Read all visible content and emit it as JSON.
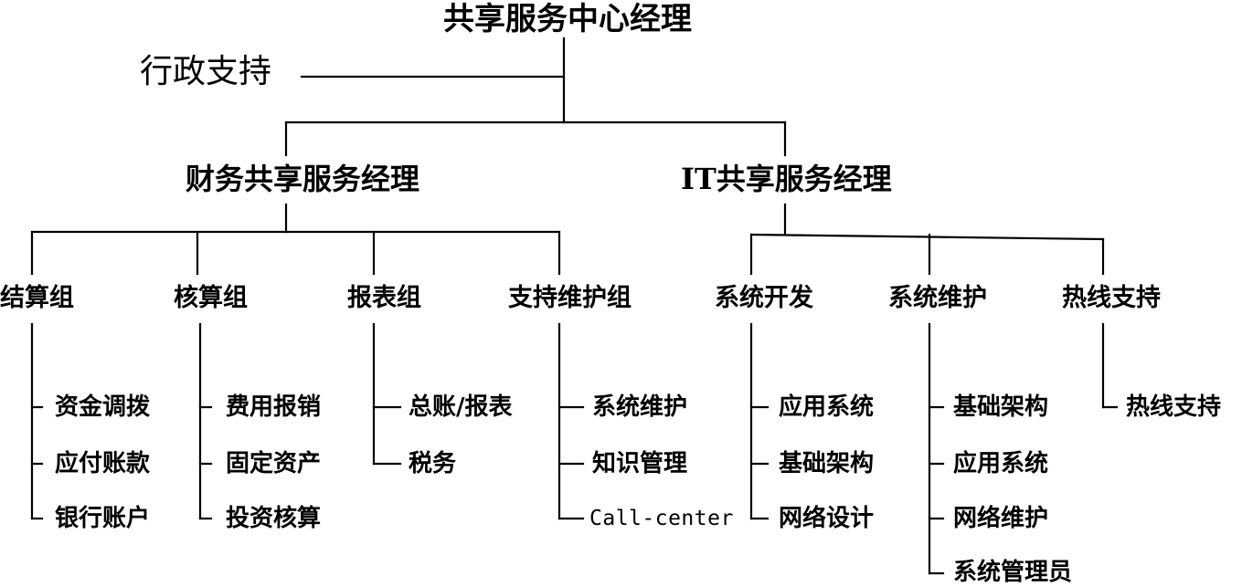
{
  "root": "共享服务中心经理",
  "admin": "行政支持",
  "managers": [
    {
      "name": "财务共享服务经理",
      "groups": [
        {
          "name": "结算组",
          "items": [
            "资金调拨",
            "应付账款",
            "银行账户"
          ]
        },
        {
          "name": "核算组",
          "items": [
            "费用报销",
            "固定资产",
            "投资核算"
          ]
        },
        {
          "name": "报表组",
          "items": [
            "总账/报表",
            "税务"
          ]
        },
        {
          "name": "支持维护组",
          "items": [
            "系统维护",
            "知识管理",
            "Call-center"
          ]
        }
      ]
    },
    {
      "name": "IT共享服务经理",
      "groups": [
        {
          "name": "系统开发",
          "items": [
            "应用系统",
            "基础架构",
            "网络设计"
          ]
        },
        {
          "name": "系统维护",
          "items": [
            "基础架构",
            "应用系统",
            "网络维护",
            "系统管理员"
          ]
        },
        {
          "name": "热线支持",
          "items": [
            "热线支持"
          ]
        }
      ]
    }
  ],
  "line_color": "#000000"
}
